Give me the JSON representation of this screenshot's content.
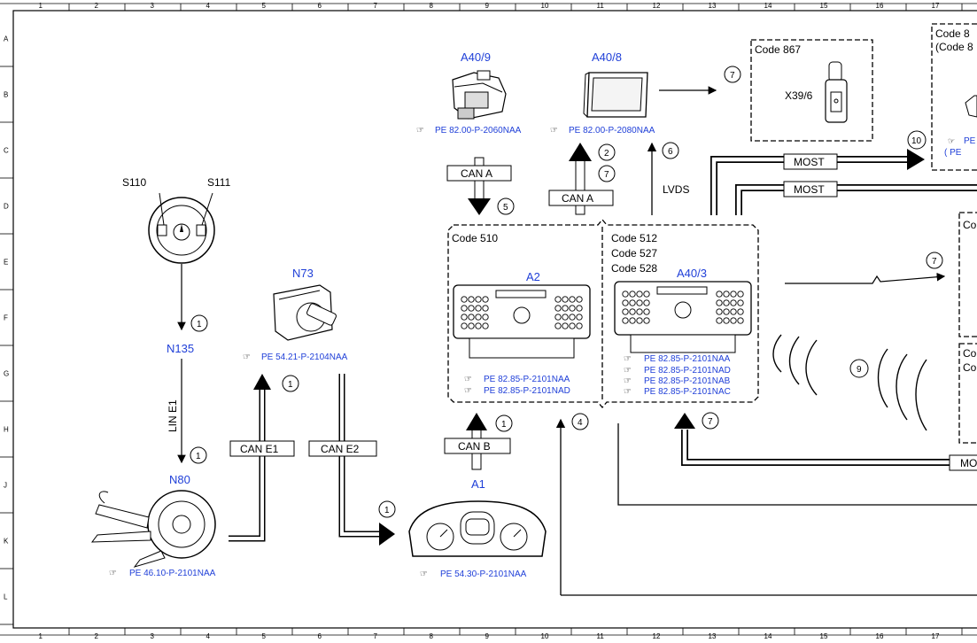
{
  "grid": {
    "columns": [
      "1",
      "2",
      "3",
      "4",
      "5",
      "6",
      "7",
      "8",
      "9",
      "10",
      "11",
      "12",
      "13",
      "14",
      "15",
      "16",
      "17"
    ],
    "rows": [
      "A",
      "B",
      "C",
      "D",
      "E",
      "F",
      "G",
      "H",
      "J",
      "K",
      "L"
    ]
  },
  "components": {
    "a40_9": {
      "label": "A40/9",
      "ref": "PE 82.00-P-2060NAA"
    },
    "a40_8": {
      "label": "A40/8",
      "ref": "PE 82.00-P-2080NAA"
    },
    "s110": {
      "label": "S110"
    },
    "s111": {
      "label": "S111"
    },
    "n135": {
      "label": "N135"
    },
    "n73": {
      "label": "N73",
      "ref": "PE 54.21-P-2104NAA"
    },
    "n80": {
      "label": "N80",
      "ref": "PE 46.10-P-2101NAA"
    },
    "a1": {
      "label": "A1",
      "ref": "PE 54.30-P-2101NAA"
    },
    "a2": {
      "label": "A2",
      "code": "Code 510",
      "refs": [
        "PE 82.85-P-2101NAA",
        "PE 82.85-P-2101NAD"
      ]
    },
    "a40_3": {
      "label": "A40/3",
      "codes": [
        "Code 512",
        "Code 527",
        "Code 528"
      ],
      "refs": [
        "PE 82.85-P-2101NAA",
        "PE 82.85-P-2101NAD",
        "PE 82.85-P-2101NAB",
        "PE 82.85-P-2101NAC"
      ]
    },
    "code867": {
      "code": "Code 867",
      "part": "X39/6"
    },
    "right_top": {
      "code_a": "Code 8",
      "code_b": "(Code 8",
      "ref_a": "PE",
      "ref_b": "(  PE"
    },
    "right_mid": {
      "code": "Co"
    },
    "right_low": {
      "code_a": "Co",
      "code_b": "Co"
    }
  },
  "buses": {
    "can_a_down": "CAN A",
    "can_a_up": "CAN A",
    "can_b": "CAN B",
    "can_e1": "CAN E1",
    "can_e2": "CAN E2",
    "lin_e1": "LIN E1",
    "lvds": "LVDS",
    "most_1": "MOST",
    "most_2": "MOST",
    "most_3": "MO"
  },
  "markers": {
    "m1a": "1",
    "m1b": "1",
    "m1c": "1",
    "m1d": "1",
    "m1e": "1",
    "m2": "2",
    "m4": "4",
    "m5": "5",
    "m6": "6",
    "m7a": "7",
    "m7b": "7",
    "m7c": "7",
    "m7d": "7",
    "m9": "9",
    "m10": "10"
  },
  "colors": {
    "component_label": "#1f3fd8",
    "line": "#000000",
    "background": "#ffffff"
  }
}
